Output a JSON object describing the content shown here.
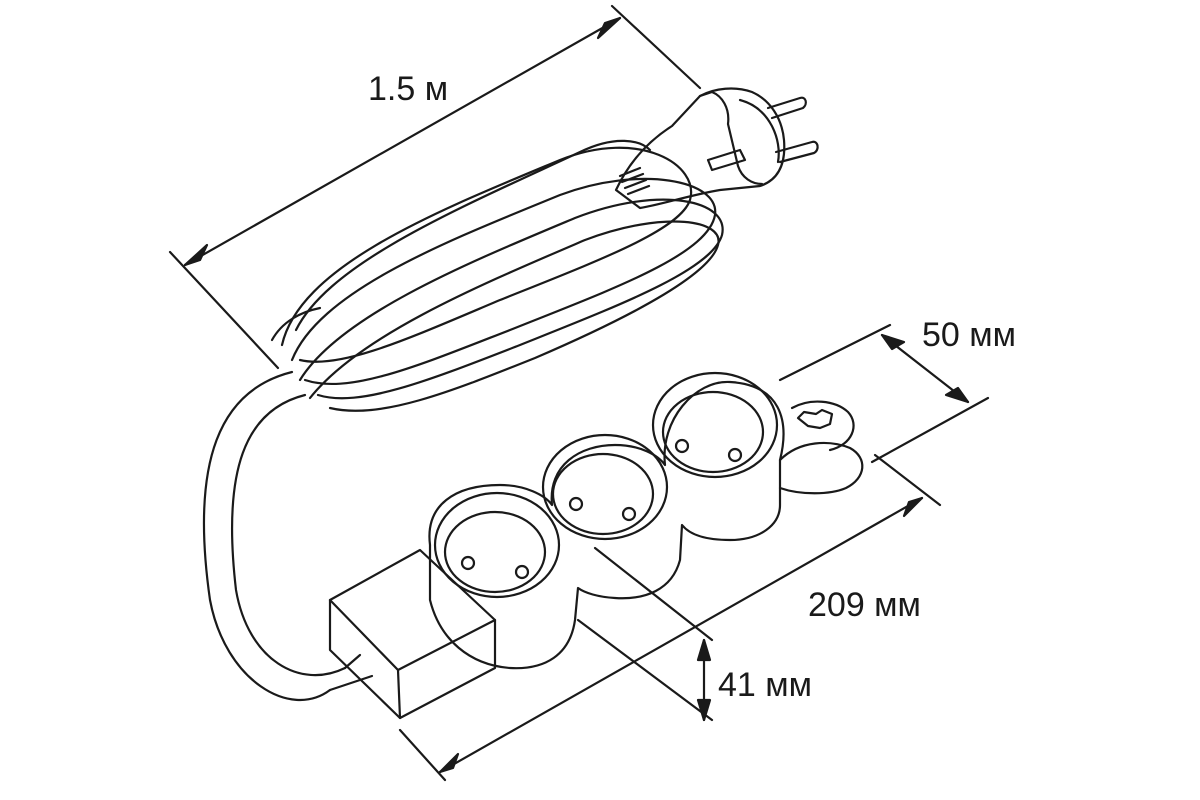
{
  "dimensions": {
    "cord_length": "1.5 м",
    "width": "50 мм",
    "length": "209 мм",
    "height": "41 мм"
  },
  "colors": {
    "line": "#1a1a1a",
    "background": "#ffffff"
  }
}
